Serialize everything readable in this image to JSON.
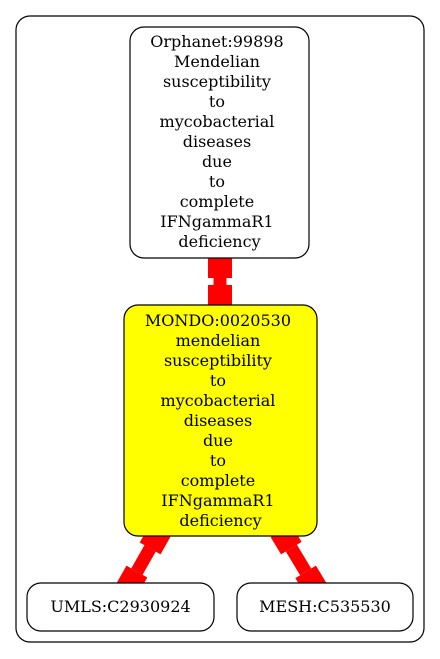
{
  "colors": {
    "background": "#ffffff",
    "cluster_border": "#000000",
    "node_border": "#000000",
    "highlight_fill": "#ffff00",
    "default_fill": "#ffffff",
    "edge": "#ff0000"
  },
  "nodes": {
    "orphanet": {
      "lines": [
        "Orphanet:99898",
        "Mendelian",
        "susceptibility",
        "to",
        "mycobacterial",
        "diseases",
        "due",
        "to",
        "complete",
        "IFNgammaR1",
        "deficiency"
      ],
      "highlighted": false
    },
    "mondo": {
      "lines": [
        "MONDO:0020530",
        "mendelian",
        "susceptibility",
        "to",
        "mycobacterial",
        "diseases",
        "due",
        "to",
        "complete",
        "IFNgammaR1",
        "deficiency"
      ],
      "highlighted": true
    },
    "umls": {
      "lines": [
        "UMLS:C2930924"
      ],
      "highlighted": false
    },
    "mesh": {
      "lines": [
        "MESH:C535530"
      ],
      "highlighted": false
    }
  },
  "edges": [
    {
      "from": "mondo",
      "to": "orphanet",
      "arrow": "both"
    },
    {
      "from": "mondo",
      "to": "umls",
      "arrow": "both"
    },
    {
      "from": "mondo",
      "to": "mesh",
      "arrow": "both"
    }
  ]
}
